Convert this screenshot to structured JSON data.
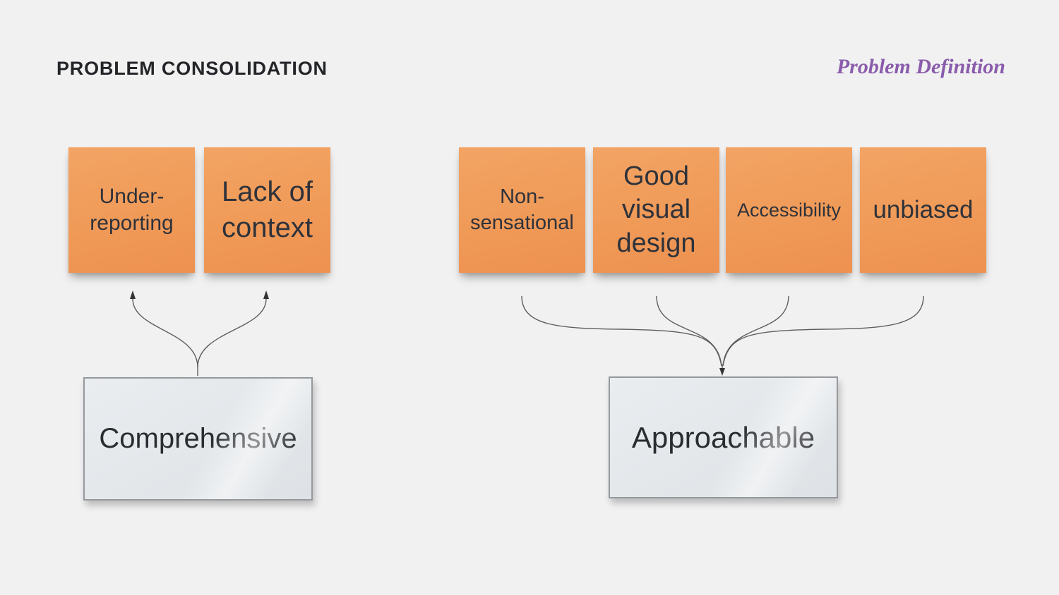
{
  "header": {
    "title": "PROBLEM CONSOLIDATION",
    "tag": "Problem Definition"
  },
  "groups": [
    {
      "name": "comprehensive",
      "notes": [
        {
          "label": "Under-\nreporting"
        },
        {
          "label": "Lack of\ncontext"
        }
      ],
      "target": "Comprehensive"
    },
    {
      "name": "approachable",
      "notes": [
        {
          "label": "Non-\nsensational"
        },
        {
          "label": "Good\nvisual\ndesign"
        },
        {
          "label": "Accessibility"
        },
        {
          "label": "unbiased"
        }
      ],
      "target": "Approachable"
    }
  ],
  "colors": {
    "background": "#f1f1f2",
    "sticky": "#f09a58",
    "sticky_text": "#2e323a",
    "box_fill": "#e4e7ea",
    "box_border": "#96999c",
    "box_text": "#2a2c30",
    "connector": "#4d4d4d",
    "title": "#232528",
    "tag": "#8a5cab"
  }
}
